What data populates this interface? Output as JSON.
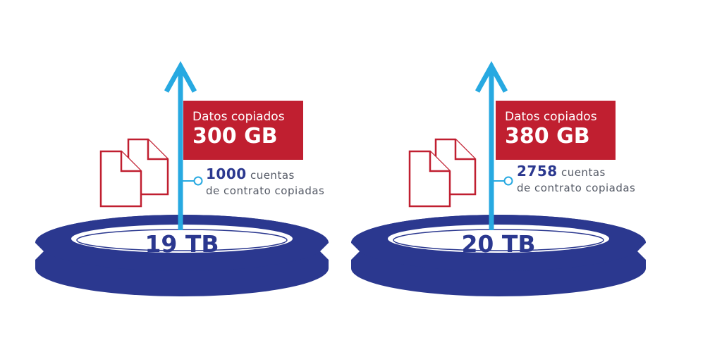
{
  "colors": {
    "disk_navy": "#2b388f",
    "arrow_blue": "#27a9e1",
    "label_red": "#c01f30",
    "file_red": "#c01f30",
    "text_gray": "#555a66",
    "background": "#ffffff"
  },
  "icons": {
    "files": "copy-files-icon",
    "arrow": "arrow-up-icon",
    "disk": "disk-platter-icon",
    "connector": "connector-dot-icon"
  },
  "panels": [
    {
      "copied_caption": "Datos copiados",
      "copied_value": "300 GB",
      "accounts_count": "1000",
      "accounts_word": "cuentas",
      "accounts_detail": "de contrato copiadas",
      "capacity": "19 TB"
    },
    {
      "copied_caption": "Datos copiados",
      "copied_value": "380 GB",
      "accounts_count": "2758",
      "accounts_word": "cuentas",
      "accounts_detail": "de contrato copiadas",
      "capacity": "20 TB"
    }
  ]
}
